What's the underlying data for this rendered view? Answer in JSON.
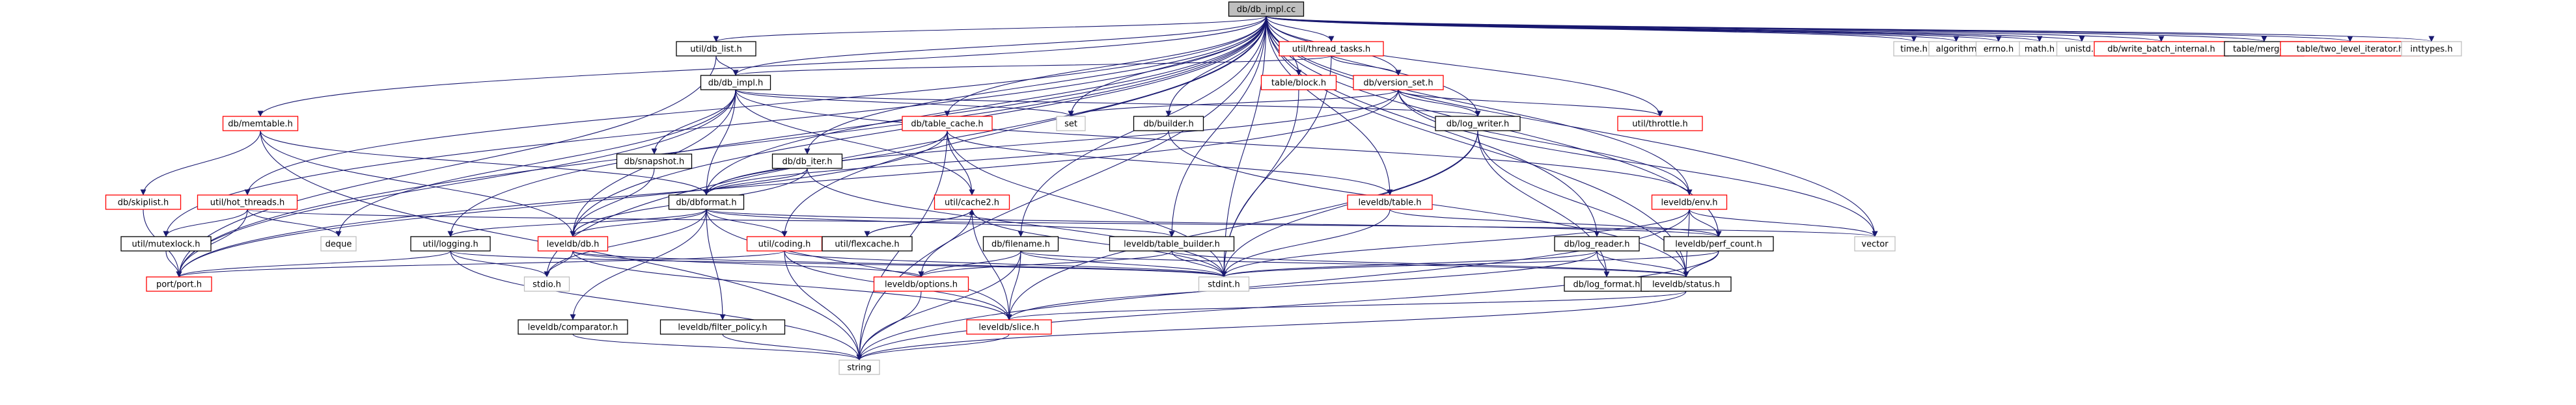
{
  "colors": {
    "edge": "#191970",
    "border_black": "#000000",
    "border_red": "#ff0000",
    "border_gray": "#bfbfbf",
    "root_fill": "#bfbfbf",
    "fill": "#ffffff"
  },
  "nodes": [
    {
      "id": "db_impl_cc",
      "label": "db/db_impl.cc",
      "style": "root"
    },
    {
      "id": "util_db_list_h",
      "label": "util/db_list.h",
      "style": "black"
    },
    {
      "id": "util_thread_tasks_h",
      "label": "util/thread_tasks.h",
      "style": "red"
    },
    {
      "id": "time_h",
      "label": "time.h",
      "style": "gray"
    },
    {
      "id": "algorithm",
      "label": "algorithm",
      "style": "gray"
    },
    {
      "id": "errno_h",
      "label": "errno.h",
      "style": "gray"
    },
    {
      "id": "math_h",
      "label": "math.h",
      "style": "gray"
    },
    {
      "id": "unistd_h",
      "label": "unistd.h",
      "style": "gray"
    },
    {
      "id": "db_write_batch_internal_h",
      "label": "db/write_batch_internal.h",
      "style": "red"
    },
    {
      "id": "table_merger_h",
      "label": "table/merger.h",
      "style": "black"
    },
    {
      "id": "table_two_level_iterator_h",
      "label": "table/two_level_iterator.h",
      "style": "red"
    },
    {
      "id": "inttypes_h",
      "label": "inttypes.h",
      "style": "gray"
    },
    {
      "id": "db_db_impl_h",
      "label": "db/db_impl.h",
      "style": "black"
    },
    {
      "id": "table_block_h",
      "label": "table/block.h",
      "style": "red"
    },
    {
      "id": "db_version_set_h",
      "label": "db/version_set.h",
      "style": "red"
    },
    {
      "id": "db_memtable_h",
      "label": "db/memtable.h",
      "style": "red"
    },
    {
      "id": "db_table_cache_h",
      "label": "db/table_cache.h",
      "style": "red"
    },
    {
      "id": "set",
      "label": "set",
      "style": "gray"
    },
    {
      "id": "db_builder_h",
      "label": "db/builder.h",
      "style": "black"
    },
    {
      "id": "db_log_writer_h",
      "label": "db/log_writer.h",
      "style": "black"
    },
    {
      "id": "util_throttle_h",
      "label": "util/throttle.h",
      "style": "red"
    },
    {
      "id": "db_snapshot_h",
      "label": "db/snapshot.h",
      "style": "black"
    },
    {
      "id": "db_db_iter_h",
      "label": "db/db_iter.h",
      "style": "black"
    },
    {
      "id": "db_skiplist_h",
      "label": "db/skiplist.h",
      "style": "red"
    },
    {
      "id": "util_hot_threads_h",
      "label": "util/hot_threads.h",
      "style": "red"
    },
    {
      "id": "db_dbformat_h",
      "label": "db/dbformat.h",
      "style": "black"
    },
    {
      "id": "util_cache2_h",
      "label": "util/cache2.h",
      "style": "red"
    },
    {
      "id": "leveldb_table_h",
      "label": "leveldb/table.h",
      "style": "red"
    },
    {
      "id": "leveldb_env_h",
      "label": "leveldb/env.h",
      "style": "red"
    },
    {
      "id": "deque",
      "label": "deque",
      "style": "gray"
    },
    {
      "id": "util_mutexlock_h",
      "label": "util/mutexlock.h",
      "style": "black"
    },
    {
      "id": "util_logging_h",
      "label": "util/logging.h",
      "style": "black"
    },
    {
      "id": "leveldb_db_h",
      "label": "leveldb/db.h",
      "style": "red"
    },
    {
      "id": "util_coding_h",
      "label": "util/coding.h",
      "style": "red"
    },
    {
      "id": "util_flexcache_h",
      "label": "util/flexcache.h",
      "style": "black"
    },
    {
      "id": "db_filename_h",
      "label": "db/filename.h",
      "style": "black"
    },
    {
      "id": "leveldb_table_builder_h",
      "label": "leveldb/table_builder.h",
      "style": "black"
    },
    {
      "id": "db_log_reader_h",
      "label": "db/log_reader.h",
      "style": "black"
    },
    {
      "id": "leveldb_perf_count_h",
      "label": "leveldb/perf_count.h",
      "style": "black"
    },
    {
      "id": "vector",
      "label": "vector",
      "style": "gray"
    },
    {
      "id": "port_port_h",
      "label": "port/port.h",
      "style": "red"
    },
    {
      "id": "stdio_h",
      "label": "stdio.h",
      "style": "gray"
    },
    {
      "id": "stdint_h",
      "label": "stdint.h",
      "style": "gray"
    },
    {
      "id": "leveldb_options_h",
      "label": "leveldb/options.h",
      "style": "red"
    },
    {
      "id": "db_log_format_h",
      "label": "db/log_format.h",
      "style": "black"
    },
    {
      "id": "leveldb_status_h",
      "label": "leveldb/status.h",
      "style": "black"
    },
    {
      "id": "leveldb_comparator_h",
      "label": "leveldb/comparator.h",
      "style": "black"
    },
    {
      "id": "leveldb_filter_policy_h",
      "label": "leveldb/filter_policy.h",
      "style": "black"
    },
    {
      "id": "leveldb_slice_h",
      "label": "leveldb/slice.h",
      "style": "red"
    },
    {
      "id": "string",
      "label": "string",
      "style": "gray"
    }
  ],
  "edges": [
    [
      "db_impl_cc",
      "util_db_list_h"
    ],
    [
      "db_impl_cc",
      "util_thread_tasks_h"
    ],
    [
      "db_impl_cc",
      "time_h"
    ],
    [
      "db_impl_cc",
      "algorithm"
    ],
    [
      "db_impl_cc",
      "errno_h"
    ],
    [
      "db_impl_cc",
      "math_h"
    ],
    [
      "db_impl_cc",
      "unistd_h"
    ],
    [
      "db_impl_cc",
      "db_write_batch_internal_h"
    ],
    [
      "db_impl_cc",
      "table_merger_h"
    ],
    [
      "db_impl_cc",
      "table_two_level_iterator_h"
    ],
    [
      "db_impl_cc",
      "inttypes_h"
    ],
    [
      "db_impl_cc",
      "db_db_impl_h"
    ],
    [
      "db_impl_cc",
      "table_block_h"
    ],
    [
      "db_impl_cc",
      "db_version_set_h"
    ],
    [
      "db_impl_cc",
      "db_memtable_h"
    ],
    [
      "db_impl_cc",
      "db_table_cache_h"
    ],
    [
      "db_impl_cc",
      "set"
    ],
    [
      "db_impl_cc",
      "db_builder_h"
    ],
    [
      "db_impl_cc",
      "db_log_writer_h"
    ],
    [
      "db_impl_cc",
      "util_throttle_h"
    ],
    [
      "db_impl_cc",
      "db_db_iter_h"
    ],
    [
      "db_impl_cc",
      "util_hot_threads_h"
    ],
    [
      "db_impl_cc",
      "db_dbformat_h"
    ],
    [
      "db_impl_cc",
      "leveldb_table_h"
    ],
    [
      "db_impl_cc",
      "leveldb_env_h"
    ],
    [
      "db_impl_cc",
      "util_mutexlock_h"
    ],
    [
      "db_impl_cc",
      "util_logging_h"
    ],
    [
      "db_impl_cc",
      "leveldb_db_h"
    ],
    [
      "db_impl_cc",
      "util_coding_h"
    ],
    [
      "db_impl_cc",
      "db_filename_h"
    ],
    [
      "db_impl_cc",
      "leveldb_table_builder_h"
    ],
    [
      "db_impl_cc",
      "db_log_reader_h"
    ],
    [
      "db_impl_cc",
      "leveldb_perf_count_h"
    ],
    [
      "db_impl_cc",
      "vector"
    ],
    [
      "db_impl_cc",
      "port_port_h"
    ],
    [
      "db_impl_cc",
      "stdio_h"
    ],
    [
      "db_impl_cc",
      "stdint_h"
    ],
    [
      "db_impl_cc",
      "leveldb_status_h"
    ],
    [
      "db_impl_cc",
      "string"
    ],
    [
      "util_db_list_h",
      "db_db_impl_h"
    ],
    [
      "util_db_list_h",
      "port_port_h"
    ],
    [
      "util_thread_tasks_h",
      "db_db_impl_h"
    ],
    [
      "util_thread_tasks_h",
      "db_version_set_h"
    ],
    [
      "util_thread_tasks_h",
      "stdint_h"
    ],
    [
      "db_db_impl_h",
      "db_snapshot_h"
    ],
    [
      "db_db_impl_h",
      "db_dbformat_h"
    ],
    [
      "db_db_impl_h",
      "set"
    ],
    [
      "db_db_impl_h",
      "deque"
    ],
    [
      "db_db_impl_h",
      "leveldb_db_h"
    ],
    [
      "db_db_impl_h",
      "leveldb_env_h"
    ],
    [
      "db_db_impl_h",
      "port_port_h"
    ],
    [
      "db_db_impl_h",
      "util_cache2_h"
    ],
    [
      "db_db_impl_h",
      "db_log_writer_h"
    ],
    [
      "table_block_h",
      "stdint_h"
    ],
    [
      "db_version_set_h",
      "set"
    ],
    [
      "db_version_set_h",
      "util_throttle_h"
    ],
    [
      "db_version_set_h",
      "db_dbformat_h"
    ],
    [
      "db_version_set_h",
      "port_port_h"
    ],
    [
      "db_version_set_h",
      "vector"
    ],
    [
      "db_version_set_h",
      "leveldb_env_h"
    ],
    [
      "db_version_set_h",
      "db_log_writer_h"
    ],
    [
      "db_memtable_h",
      "db_skiplist_h"
    ],
    [
      "db_memtable_h",
      "db_dbformat_h"
    ],
    [
      "db_memtable_h",
      "leveldb_db_h"
    ],
    [
      "db_memtable_h",
      "string"
    ],
    [
      "db_table_cache_h",
      "db_dbformat_h"
    ],
    [
      "db_table_cache_h",
      "util_cache2_h"
    ],
    [
      "db_table_cache_h",
      "leveldb_table_h"
    ],
    [
      "db_table_cache_h",
      "port_port_h"
    ],
    [
      "db_table_cache_h",
      "stdint_h"
    ],
    [
      "db_table_cache_h",
      "string"
    ],
    [
      "db_builder_h",
      "db_dbformat_h"
    ],
    [
      "db_builder_h",
      "leveldb_status_h"
    ],
    [
      "db_log_writer_h",
      "db_log_format_h"
    ],
    [
      "db_log_writer_h",
      "leveldb_slice_h"
    ],
    [
      "db_log_writer_h",
      "leveldb_status_h"
    ],
    [
      "db_log_writer_h",
      "stdint_h"
    ],
    [
      "db_snapshot_h",
      "leveldb_db_h"
    ],
    [
      "db_db_iter_h",
      "db_dbformat_h"
    ],
    [
      "db_db_iter_h",
      "leveldb_db_h"
    ],
    [
      "db_db_iter_h",
      "stdint_h"
    ],
    [
      "db_skiplist_h",
      "port_port_h"
    ],
    [
      "util_hot_threads_h",
      "util_mutexlock_h"
    ],
    [
      "util_hot_threads_h",
      "port_port_h"
    ],
    [
      "util_hot_threads_h",
      "deque"
    ],
    [
      "util_hot_threads_h",
      "vector"
    ],
    [
      "db_dbformat_h",
      "leveldb_db_h"
    ],
    [
      "db_dbformat_h",
      "util_coding_h"
    ],
    [
      "db_dbformat_h",
      "util_logging_h"
    ],
    [
      "db_dbformat_h",
      "stdio_h"
    ],
    [
      "db_dbformat_h",
      "leveldb_comparator_h"
    ],
    [
      "db_dbformat_h",
      "leveldb_filter_policy_h"
    ],
    [
      "db_dbformat_h",
      "leveldb_slice_h"
    ],
    [
      "db_dbformat_h",
      "leveldb_table_builder_h"
    ],
    [
      "db_dbformat_h",
      "leveldb_perf_count_h"
    ],
    [
      "util_cache2_h",
      "util_flexcache_h"
    ],
    [
      "util_cache2_h",
      "leveldb_options_h"
    ],
    [
      "util_cache2_h",
      "leveldb_slice_h"
    ],
    [
      "util_cache2_h",
      "stdint_h"
    ],
    [
      "util_flexcache_h",
      "util_cache2_h"
    ],
    [
      "leveldb_table_h",
      "leveldb_perf_count_h"
    ],
    [
      "leveldb_table_h",
      "stdint_h"
    ],
    [
      "leveldb_env_h",
      "leveldb_perf_count_h"
    ],
    [
      "leveldb_env_h",
      "leveldb_status_h"
    ],
    [
      "leveldb_env_h",
      "stdint_h"
    ],
    [
      "leveldb_env_h",
      "vector"
    ],
    [
      "leveldb_env_h",
      "string"
    ],
    [
      "util_mutexlock_h",
      "port_port_h"
    ],
    [
      "util_logging_h",
      "port_port_h"
    ],
    [
      "util_logging_h",
      "stdio_h"
    ],
    [
      "util_logging_h",
      "stdint_h"
    ],
    [
      "util_logging_h",
      "string"
    ],
    [
      "leveldb_db_h",
      "stdio_h"
    ],
    [
      "leveldb_db_h",
      "stdint_h"
    ],
    [
      "leveldb_db_h",
      "leveldb_options_h"
    ],
    [
      "leveldb_db_h",
      "leveldb_slice_h"
    ],
    [
      "util_coding_h",
      "port_port_h"
    ],
    [
      "util_coding_h",
      "stdint_h"
    ],
    [
      "util_coding_h",
      "leveldb_slice_h"
    ],
    [
      "util_coding_h",
      "string"
    ],
    [
      "db_filename_h",
      "leveldb_options_h"
    ],
    [
      "db_filename_h",
      "leveldb_slice_h"
    ],
    [
      "db_filename_h",
      "leveldb_status_h"
    ],
    [
      "db_filename_h",
      "stdint_h"
    ],
    [
      "db_filename_h",
      "string"
    ],
    [
      "leveldb_table_builder_h",
      "leveldb_options_h"
    ],
    [
      "leveldb_table_builder_h",
      "leveldb_status_h"
    ],
    [
      "leveldb_table_builder_h",
      "stdint_h"
    ],
    [
      "db_log_reader_h",
      "db_log_format_h"
    ],
    [
      "db_log_reader_h",
      "leveldb_slice_h"
    ],
    [
      "db_log_reader_h",
      "leveldb_status_h"
    ],
    [
      "db_log_reader_h",
      "stdint_h"
    ],
    [
      "leveldb_perf_count_h",
      "stdint_h"
    ],
    [
      "leveldb_perf_count_h",
      "leveldb_status_h"
    ],
    [
      "leveldb_perf_count_h",
      "string"
    ],
    [
      "leveldb_options_h",
      "string"
    ],
    [
      "leveldb_status_h",
      "leveldb_slice_h"
    ],
    [
      "leveldb_status_h",
      "string"
    ],
    [
      "leveldb_comparator_h",
      "string"
    ],
    [
      "leveldb_filter_policy_h",
      "string"
    ],
    [
      "leveldb_slice_h",
      "string"
    ]
  ]
}
